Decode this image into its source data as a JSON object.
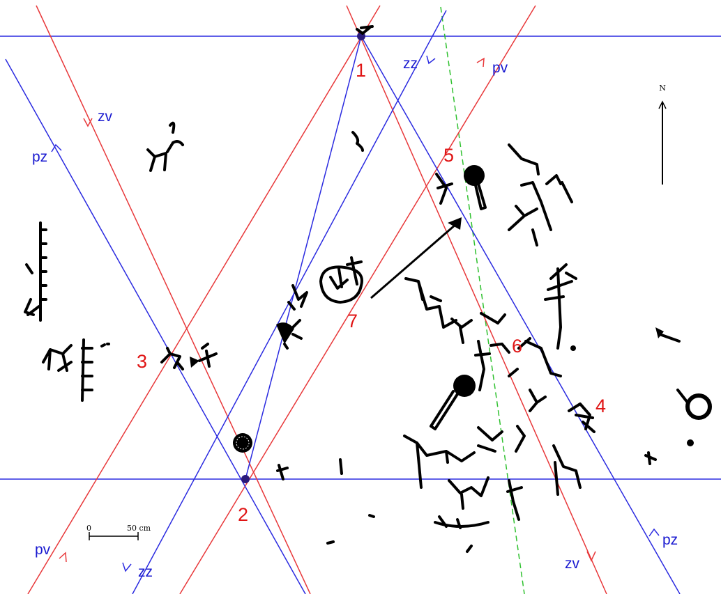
{
  "points": [
    {
      "id": "point-1",
      "label": "1"
    },
    {
      "id": "point-2",
      "label": "2"
    },
    {
      "id": "point-3",
      "label": "3"
    },
    {
      "id": "point-4",
      "label": "4"
    },
    {
      "id": "point-5",
      "label": "5"
    },
    {
      "id": "point-6",
      "label": "6"
    },
    {
      "id": "point-7",
      "label": "7"
    }
  ],
  "line_labels": {
    "zv_top": "zv",
    "zv_bottom": "zv",
    "pz_left": "pz",
    "pz_right": "pz",
    "zz_top": "zz",
    "zz_bottom": "zz",
    "pv_top": "pv",
    "pv_bottom": "pv"
  },
  "north_label": "N",
  "scale": {
    "zero": "0",
    "length": "50 cm"
  },
  "colors": {
    "red_lines": "#e8383a",
    "blue_lines": "#2a2ae0",
    "green_line": "#2fc12f",
    "labels_red": "#e01515",
    "labels_blue": "#1a1ad0"
  }
}
